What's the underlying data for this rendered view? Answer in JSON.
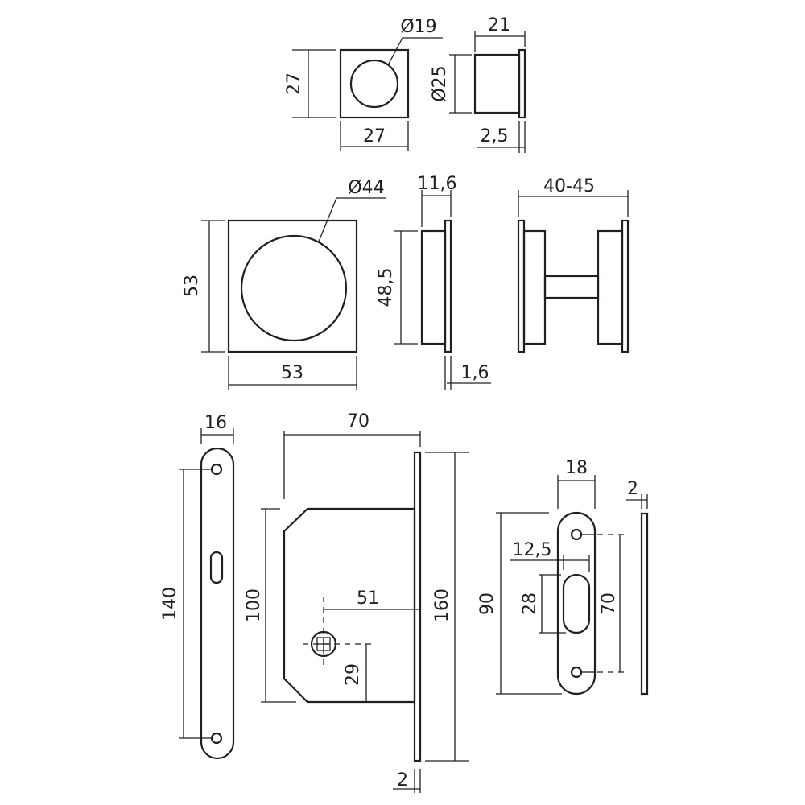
{
  "labels": {
    "small_diam": "Ø19",
    "small_height": "27",
    "small_width": "27",
    "small_depth": "21",
    "small_outer_diam": "Ø25",
    "small_flange": "2,5",
    "large_diam": "Ø44",
    "large_height": "53",
    "large_width": "53",
    "large_depth": "11,6",
    "large_body_height": "48,5",
    "large_flange": "1,6",
    "door_thickness": "40-45",
    "plate_width": "16",
    "plate_holes": "140",
    "lock_depth": "70",
    "lock_height": "100",
    "backset": "51",
    "spindle_offset": "29",
    "faceplate_height": "160",
    "faceplate_thickness": "2",
    "strike_width": "18",
    "strike_thickness": "2",
    "strike_slot_width": "12,5",
    "strike_slot_height": "28",
    "strike_height": "90",
    "strike_holes": "70"
  }
}
